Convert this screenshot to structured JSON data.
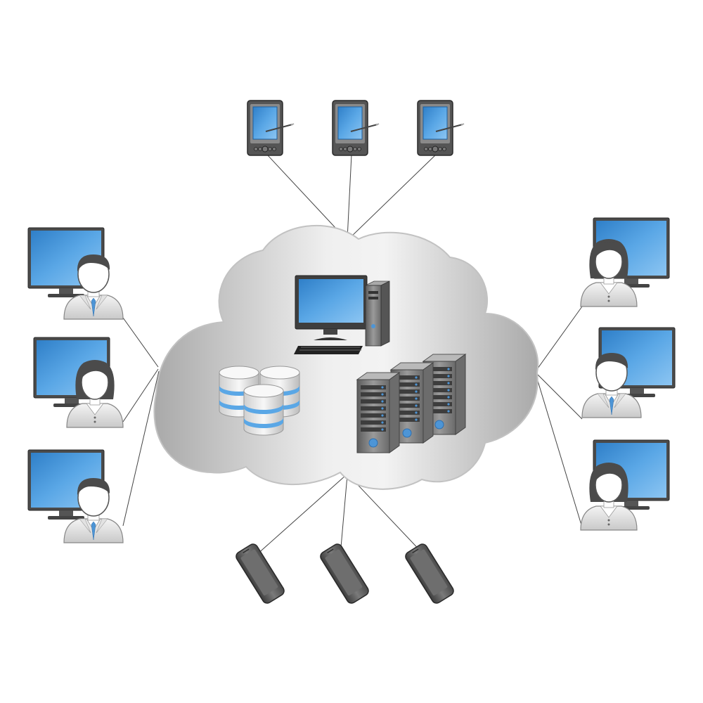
{
  "diagram": {
    "colors": {
      "background": "#ffffff",
      "cloud_light": "#efefef",
      "cloud_dark": "#a9a9a9",
      "screen_blue": "#5aa7e6",
      "screen_blue_dark": "#2f7fc8",
      "device_dark": "#3d3d3d",
      "device_mid": "#6f6f6f",
      "connector": "#444444",
      "accent_blue": "#4d95d6"
    },
    "hub": {
      "name": "cloud",
      "contents": [
        "desktop-computer-icon",
        "database-stack-icon",
        "server-rack-icon"
      ]
    },
    "groups": [
      {
        "name": "pda-devices",
        "icon": "pda-stylus-icon",
        "count": 3,
        "connects_to": "cloud-top"
      },
      {
        "name": "users-left",
        "icon": "user-workstation-icon",
        "count": 3,
        "connects_to": "cloud-left"
      },
      {
        "name": "users-right",
        "icon": "user-workstation-icon",
        "count": 3,
        "connects_to": "cloud-right"
      },
      {
        "name": "smartphones",
        "icon": "smartphone-icon",
        "count": 3,
        "connects_to": "cloud-bottom"
      }
    ]
  }
}
